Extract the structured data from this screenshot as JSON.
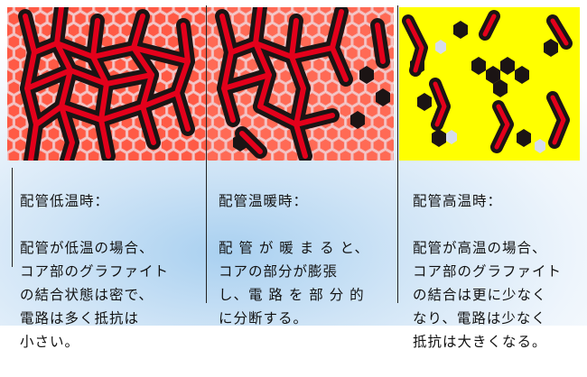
{
  "panels": [
    {
      "title": "配管低温時：",
      "body": "配管が低温の場合、\nコア部のグラファイト\nの結合状態は密で、\n電路は多く抵抗は\n小さい。",
      "background": "#ffffff",
      "hex_color": "#ff5a45",
      "hex_edge": "#f2b8b8"
    },
    {
      "title": "配管温暖時：",
      "body": "配 管 が 暖 ま る と、\nコアの部分が膨張\nし、電 路 を 部 分 的\nに分断する。",
      "background": "#ffffff",
      "hex_color": "#ff6a55",
      "hex_edge": "#f2b8b8"
    },
    {
      "title": "配管高温時：",
      "body": "配管が高温の場合、\nコア部のグラファイト\nの結合は更に少なく\nなり、電路は少なく\n抵抗は大きくなる。",
      "background": "#ffff00",
      "hex_color": "#ffff00",
      "hex_edge": "#ffff00"
    }
  ],
  "colors": {
    "circuit": "#e4001b",
    "graphite": "#1b1414",
    "gap": "#d6dced"
  }
}
